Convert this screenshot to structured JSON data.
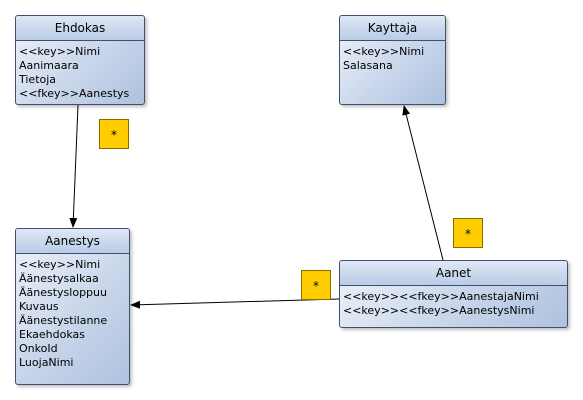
{
  "entities": {
    "ehdokas": {
      "name": "Ehdokas",
      "attributes": [
        "<<key>>Nimi",
        "Aanimaara",
        "Tietoja",
        "<<fkey>>Aanestys"
      ]
    },
    "kayttaja": {
      "name": "Kayttaja",
      "attributes": [
        "<<key>>Nimi",
        "Salasana"
      ]
    },
    "aanestys": {
      "name": "Aanestys",
      "attributes": [
        "<<key>>Nimi",
        "Äänestysalkaa",
        "Äänestysloppuu",
        "Kuvaus",
        "Äänestystilanne",
        "Ekaehdokas",
        "OnkoId",
        "LuojaNimi"
      ]
    },
    "aanet": {
      "name": "Aanet",
      "attributes": [
        "<<key>><<fkey>>AanestajaNimi",
        "<<key>><<fkey>>AanestysNimi"
      ]
    }
  },
  "multiplicities": {
    "ehdokas_to_aanestys": "*",
    "aanet_to_kayttaja": "*",
    "aanet_to_aanestys": "*"
  }
}
